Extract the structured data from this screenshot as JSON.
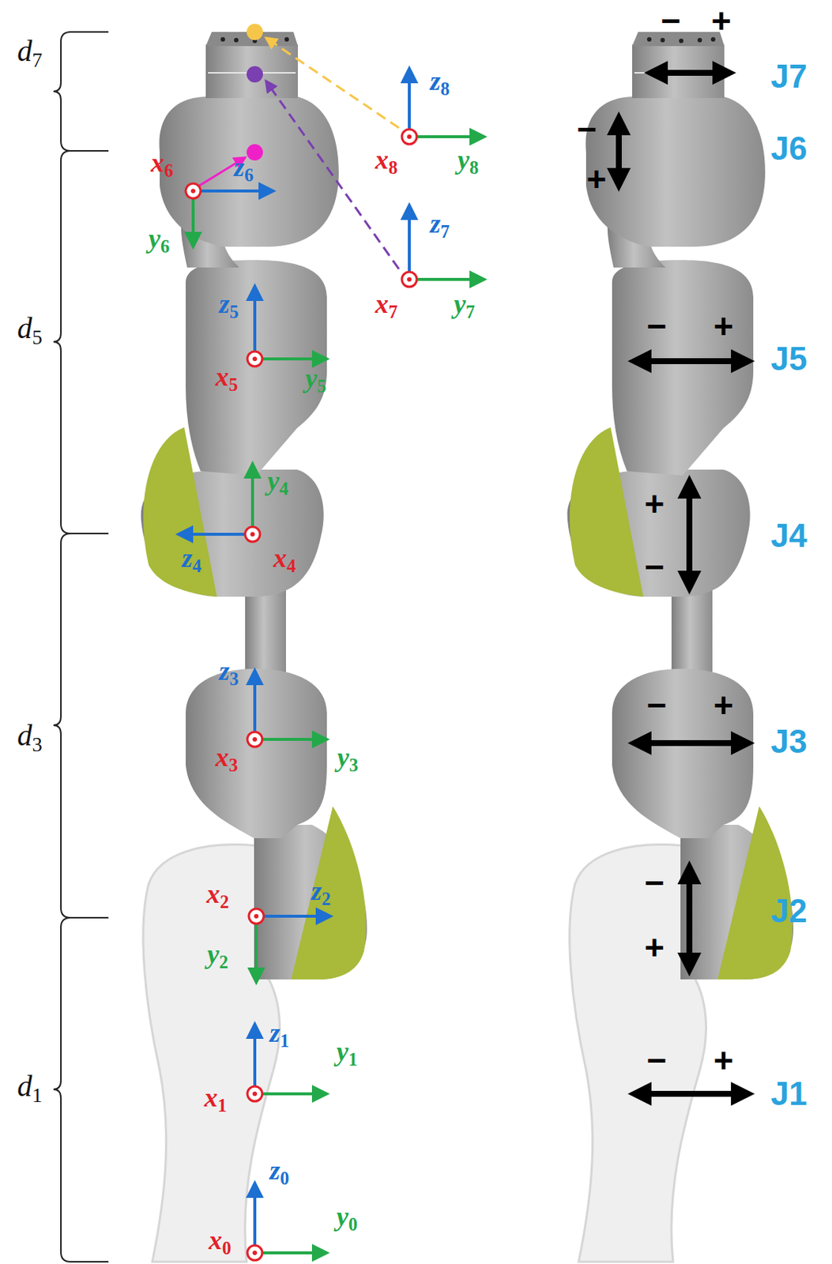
{
  "diagram": {
    "labels": [
      "d7",
      "d5",
      "d3",
      "d1",
      "z8",
      "x8",
      "y8",
      "z7",
      "x7",
      "y7",
      "x6",
      "z6",
      "y6",
      "z5",
      "x5",
      "y5",
      "y4",
      "x4",
      "z4",
      "z3",
      "x3",
      "y3",
      "x2",
      "z2",
      "y2",
      "z1",
      "x1",
      "y1",
      "z0",
      "x0",
      "y0",
      "−",
      "+",
      "J7",
      "−",
      "+",
      "J6",
      "−",
      "+",
      "J5",
      "+",
      "−",
      "J4",
      "−",
      "+",
      "J3",
      "−",
      "+",
      "J2",
      "−",
      "+",
      "J1"
    ]
  }
}
